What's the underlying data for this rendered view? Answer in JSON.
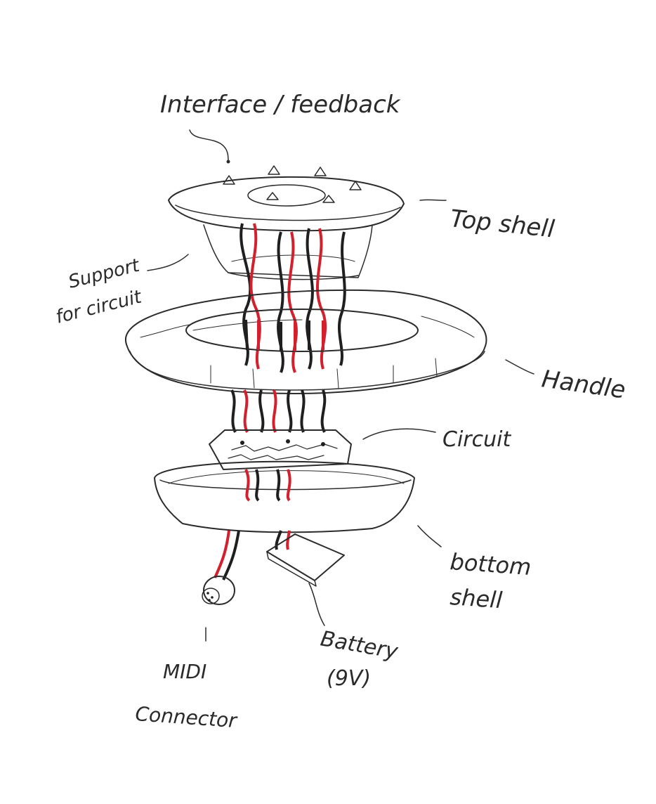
{
  "labels": {
    "interface": "Interface / feedback",
    "top_shell": "Top shell",
    "support_line1": "Support",
    "support_line2": "for circuit",
    "handle": "Handle",
    "circuit": "Circuit",
    "bottom_line1": "bottom",
    "bottom_line2": "shell",
    "battery_line1": "Battery",
    "battery_line2": "(9V)",
    "midi_line1": "MIDI",
    "midi_line2": "Connector"
  },
  "colors": {
    "ink": "#2b2b2b",
    "handle": "#f2bb46",
    "shell": "#c9c4c4",
    "circuit": "#2fb84a",
    "wire_red": "#d4202c",
    "wire_black": "#1f1f1f"
  }
}
